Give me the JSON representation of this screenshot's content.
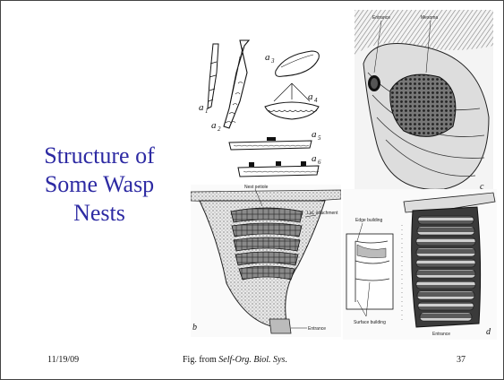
{
  "slide": {
    "title_lines": [
      "Structure of",
      "Some Wasp",
      "Nests"
    ],
    "footer": {
      "date": "11/19/09",
      "caption_prefix": "Fig. from ",
      "caption_source": "Self-Org. Biol. Sys",
      "caption_suffix": ".",
      "page_number": "37"
    }
  },
  "figures": {
    "panel_a": {
      "labels": [
        "a",
        "a",
        "a",
        "a",
        "a",
        "a"
      ],
      "subscripts": [
        "1",
        "2",
        "3",
        "4",
        "5",
        "6"
      ]
    },
    "panel_b": {
      "label": "b",
      "annotations": [
        "Nest petiole",
        "Lat. attachment",
        "Entrance"
      ]
    },
    "panel_c": {
      "label": "c",
      "annotations": [
        "Entrance",
        "Mesoma"
      ]
    },
    "panel_d": {
      "label": "d",
      "annotations": [
        "Edge building",
        "Surface building",
        "Entrance"
      ]
    }
  },
  "colors": {
    "title": "#2d2aa3",
    "ink": "#1a1a1a"
  }
}
